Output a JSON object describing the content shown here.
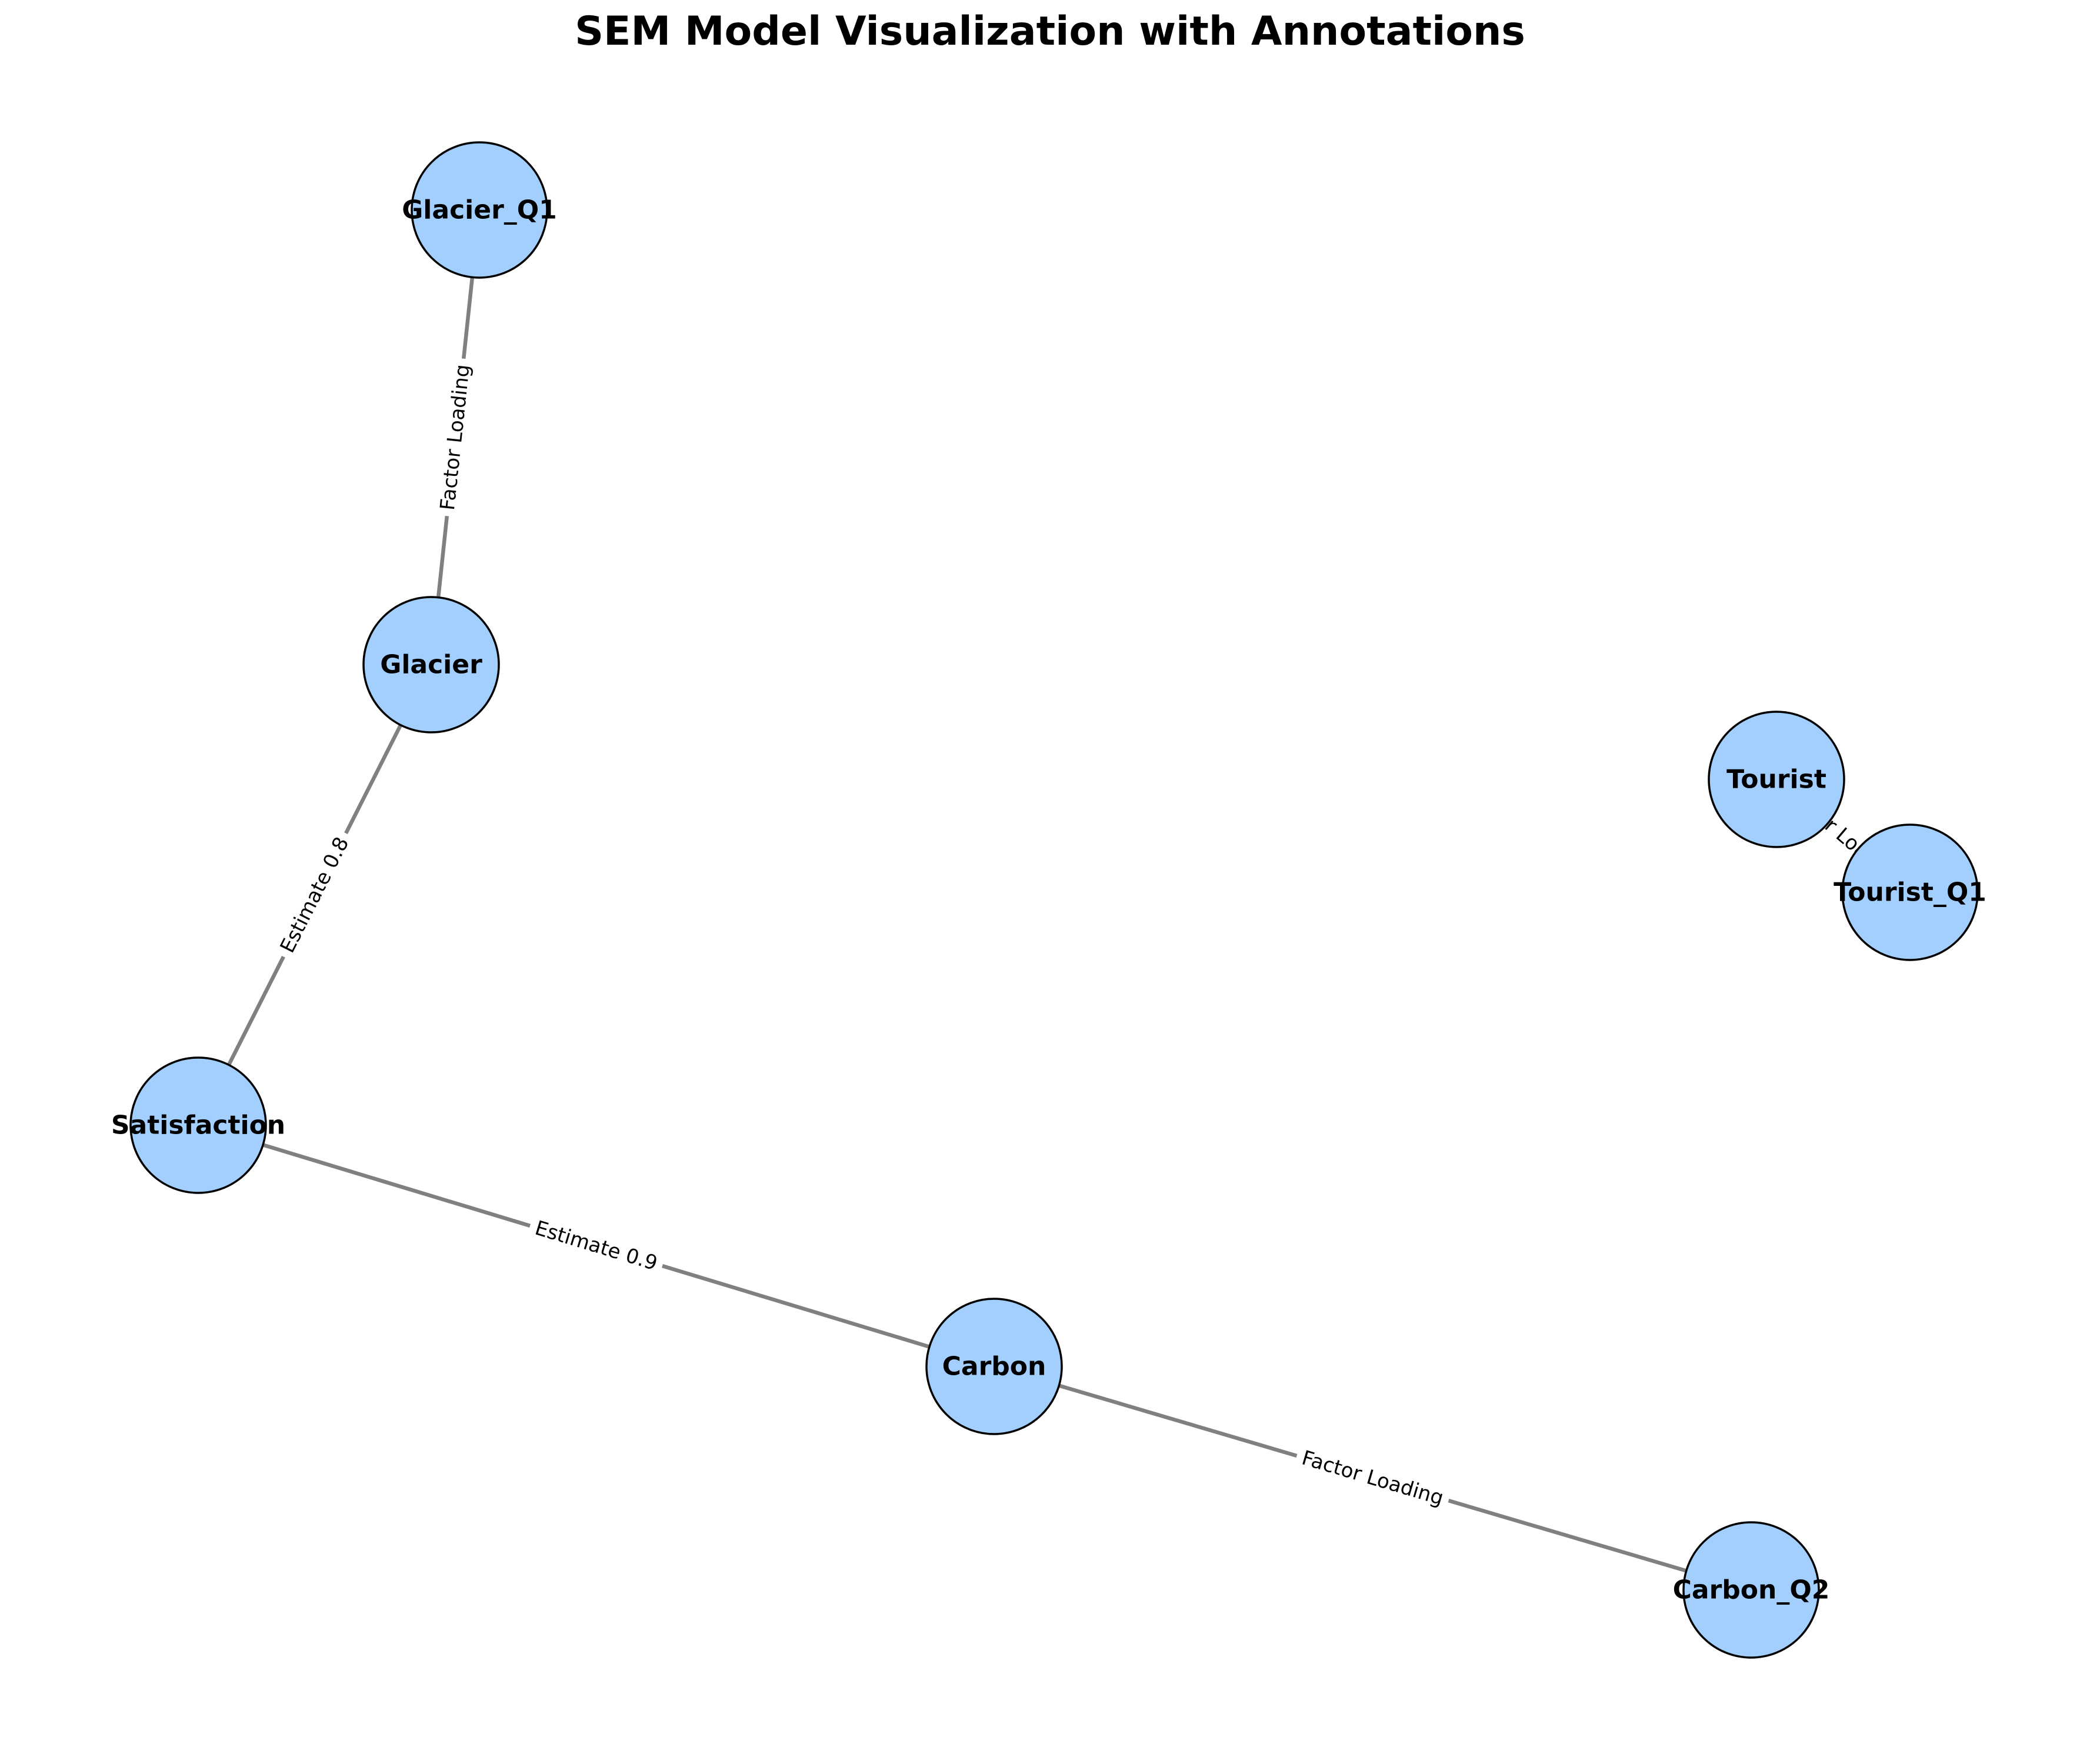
{
  "title": "SEM Model Visualization with Annotations",
  "colors": {
    "node_fill": "#a2cffe",
    "node_stroke": "#000000",
    "edge": "#808080",
    "label_background": "#ffffff"
  },
  "nodes": [
    {
      "id": "Glacier_Q1",
      "label": "Glacier_Q1"
    },
    {
      "id": "Glacier",
      "label": "Glacier"
    },
    {
      "id": "Tourist",
      "label": "Tourist"
    },
    {
      "id": "Tourist_Q1",
      "label": "Tourist_Q1"
    },
    {
      "id": "Satisfaction",
      "label": "Satisfaction"
    },
    {
      "id": "Carbon",
      "label": "Carbon"
    },
    {
      "id": "Carbon_Q2",
      "label": "Carbon_Q2"
    }
  ],
  "edges": [
    {
      "source": "Glacier",
      "target": "Glacier_Q1",
      "label": "Factor Loading"
    },
    {
      "source": "Glacier",
      "target": "Satisfaction",
      "label": "Estimate 0.8"
    },
    {
      "source": "Satisfaction",
      "target": "Carbon",
      "label": "Estimate 0.9"
    },
    {
      "source": "Carbon",
      "target": "Carbon_Q2",
      "label": "Factor Loading"
    },
    {
      "source": "Tourist",
      "target": "Tourist_Q1",
      "label": "Factor Loading"
    }
  ]
}
